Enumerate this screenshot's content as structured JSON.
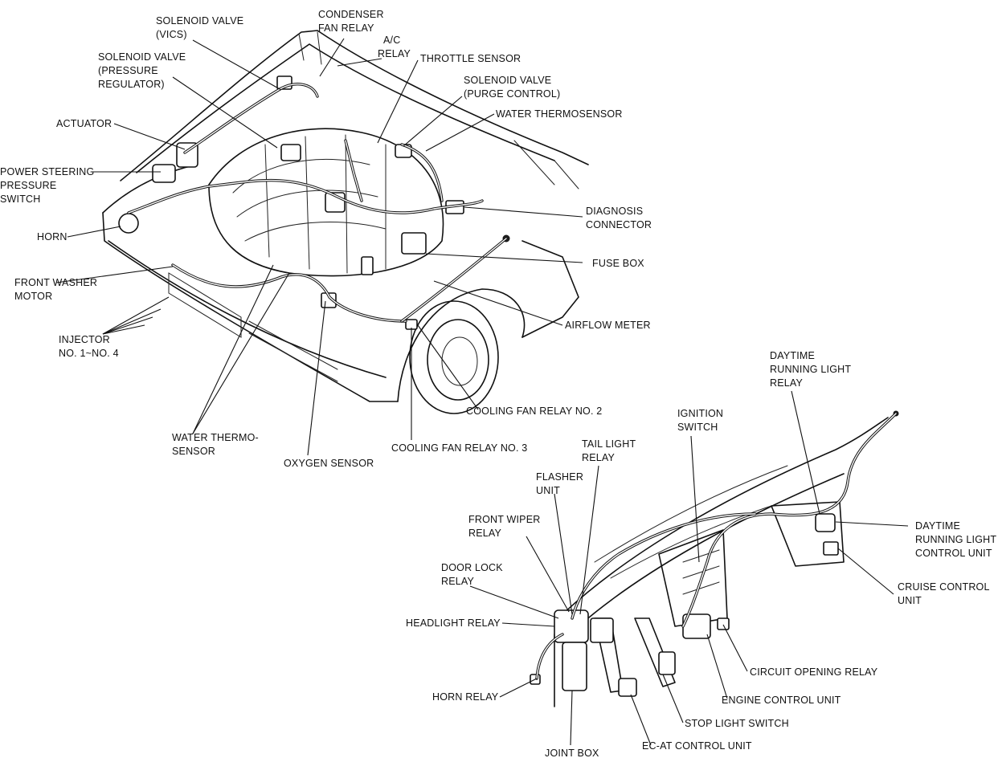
{
  "labels": {
    "solenoid_vics": [
      "SOLENOID VALVE",
      "(VICS)"
    ],
    "condenser_fan_relay": [
      "CONDENSER",
      "FAN RELAY"
    ],
    "ac_relay": [
      "A/C",
      "RELAY"
    ],
    "solenoid_pressure": [
      "SOLENOID VALVE",
      "(PRESSURE",
      "REGULATOR)"
    ],
    "throttle_sensor": [
      "THROTTLE SENSOR"
    ],
    "solenoid_purge": [
      "SOLENOID VALVE",
      "(PURGE CONTROL)"
    ],
    "water_thermosensor": [
      "WATER THERMOSENSOR"
    ],
    "actuator": [
      "ACTUATOR"
    ],
    "power_steering": [
      "POWER STEERING",
      "PRESSURE",
      "SWITCH"
    ],
    "diagnosis_connector": [
      "DIAGNOSIS",
      "CONNECTOR"
    ],
    "horn": [
      "HORN"
    ],
    "fuse_box": [
      "FUSE BOX"
    ],
    "front_washer_motor": [
      "FRONT WASHER",
      "MOTOR"
    ],
    "airflow_meter": [
      "AIRFLOW METER"
    ],
    "injector": [
      "INJECTOR",
      "NO. 1~NO. 4"
    ],
    "cooling_fan_relay_2": [
      "COOLING FAN RELAY NO. 2"
    ],
    "water_thermo_sensor_2": [
      "WATER THERMO-",
      "SENSOR"
    ],
    "oxygen_sensor": [
      "OXYGEN SENSOR"
    ],
    "cooling_fan_relay_3": [
      "COOLING FAN RELAY NO. 3"
    ],
    "daytime_running_light_relay": [
      "DAYTIME",
      "RUNNING LIGHT",
      "RELAY"
    ],
    "ignition_switch": [
      "IGNITION",
      "SWITCH"
    ],
    "tail_light_relay": [
      "TAIL LIGHT",
      "RELAY"
    ],
    "flasher_unit": [
      "FLASHER",
      "UNIT"
    ],
    "front_wiper_relay": [
      "FRONT WIPER",
      "RELAY"
    ],
    "drl_control_unit": [
      "DAYTIME",
      "RUNNING LIGHT",
      "CONTROL UNIT"
    ],
    "door_lock_relay": [
      "DOOR LOCK",
      "RELAY"
    ],
    "cruise_control_unit": [
      "CRUISE CONTROL",
      "UNIT"
    ],
    "headlight_relay": [
      "HEADLIGHT RELAY"
    ],
    "circuit_opening_relay": [
      "CIRCUIT OPENING RELAY"
    ],
    "horn_relay": [
      "HORN RELAY"
    ],
    "engine_control_unit": [
      "ENGINE CONTROL UNIT"
    ],
    "stop_light_switch": [
      "STOP LIGHT SWITCH"
    ],
    "joint_box": [
      "JOINT BOX"
    ],
    "ec_at_control_unit": [
      "EC-AT CONTROL UNIT"
    ]
  }
}
